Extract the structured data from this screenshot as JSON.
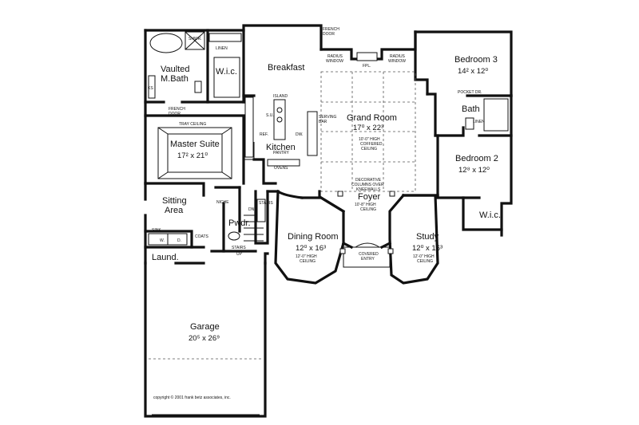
{
  "rooms": {
    "breakfast": "Breakfast",
    "vaulted_bath_1": "Vaulted",
    "vaulted_bath_2": "M.Bath",
    "wic_master": "W.i.c.",
    "master_suite": "Master Suite",
    "master_suite_dim": "17² x 21⁰",
    "kitchen": "Kitchen",
    "grand_room": "Grand Room",
    "grand_room_dim": "17⁰ x 22³",
    "bedroom3": "Bedroom 3",
    "bedroom3_dim": "14² x 12⁰",
    "bath": "Bath",
    "bedroom2": "Bedroom 2",
    "bedroom2_dim": "12⁸ x 12⁰",
    "wic_bed2": "W.i.c.",
    "sitting_area_1": "Sitting",
    "sitting_area_2": "Area",
    "pwdr": "Pwdr.",
    "foyer": "Foyer",
    "dining_room": "Dining Room",
    "dining_room_dim": "12⁰ x 16³",
    "study": "Study",
    "study_dim": "12⁰ x 16³",
    "laund": "Laund.",
    "garage": "Garage",
    "garage_dim": "20⁵ x 26⁹"
  },
  "notes": {
    "shwr": "SHWR.",
    "linen_master": "LINEN",
    "french_door_top_1": "FRENCH",
    "french_door_top_2": "DOOR",
    "radius_window_l_1": "RADIUS",
    "radius_window_l_2": "WINDOW",
    "fpl": "FPL.",
    "radius_window_r_1": "RADIUS",
    "radius_window_r_2": "WINDOW",
    "pocket_dr": "POCKET DR.",
    "linen_bath": "LINEN",
    "island": "ISLAND",
    "su": "S.U.",
    "serving_bar_1": "SERVING",
    "serving_bar_2": "BAR",
    "ref": "REF.",
    "dw": "DW.",
    "pantry": "PANTRY",
    "ovens": "OVENS",
    "coffered_1": "10'-0\" HIGH",
    "coffered_2": "COFFERED",
    "coffered_3": "CEILING",
    "french_door_ms_1": "FRENCH",
    "french_door_ms_2": "DOOR",
    "tray_ceiling": "TRAY CEILING",
    "ks": "KS",
    "niche": "NICHE",
    "stairs_dn": "STAIRS",
    "dn": "DN",
    "decorative_1": "DECORATIVE",
    "decorative_2": "COLUMNS OVER",
    "decorative_3": "KNEEWALLS",
    "foyer_ceiling_1": "10'-8\" HIGH",
    "foyer_ceiling_2": "CEILING",
    "dining_ceiling_1": "12'-0\" HIGH",
    "dining_ceiling_2": "CEILING",
    "study_ceiling_1": "12'-0\" HIGH",
    "study_ceiling_2": "CEILING",
    "covered_entry_1": "COVERED",
    "covered_entry_2": "ENTRY",
    "coats": "COATS",
    "sink": "SINK",
    "w": "W.",
    "d": "D.",
    "stairs_up": "STAIRS",
    "up": "UP"
  },
  "copyright": "copyright © 2001 frank betz associates, inc."
}
